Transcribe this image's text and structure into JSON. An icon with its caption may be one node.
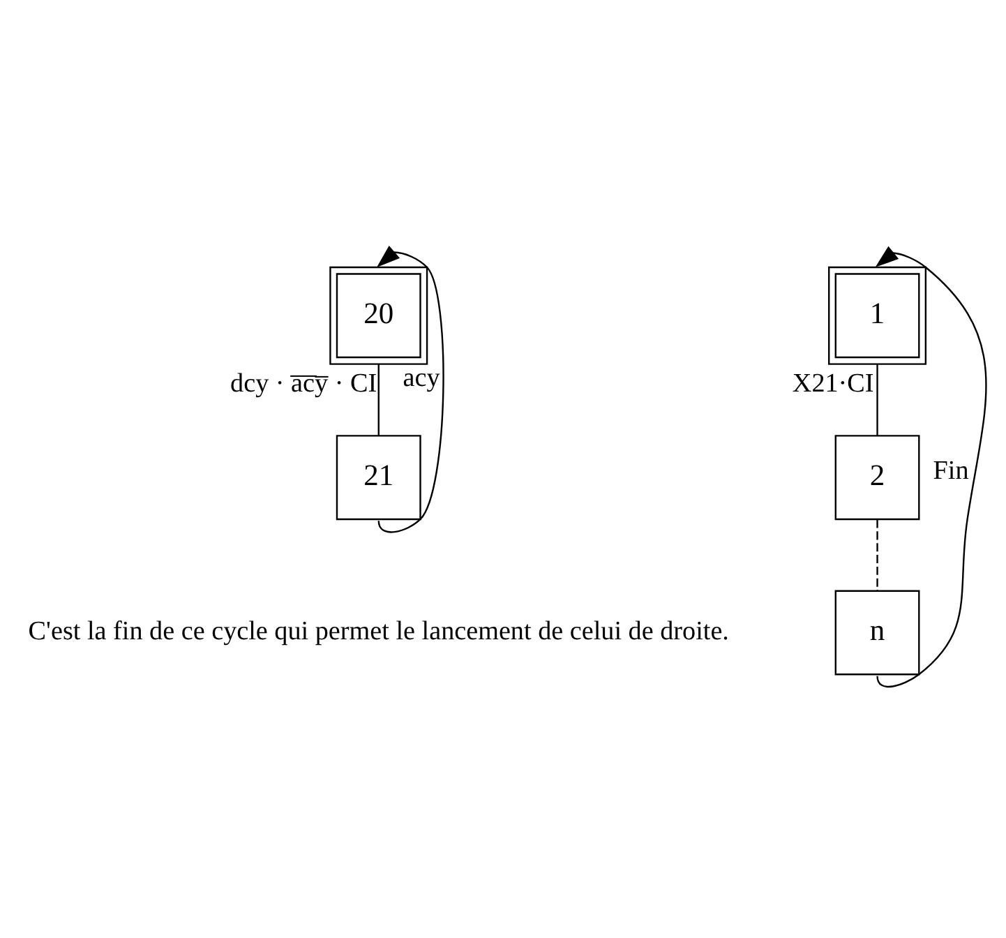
{
  "diagram": {
    "nodes": [
      {
        "text": [
          "20"
        ]
      },
      {
        "text": [
          "21"
        ]
      },
      {
        "text": [
          "1"
        ]
      },
      {
        "text": [
          "2"
        ]
      },
      {
        "text": [
          "n"
        ]
      }
    ],
    "edges": [
      {
        "from": 0,
        "to": 1,
        "arrow": "none",
        "label": "dcy · a̅c̅y̅ · CI"
      },
      {
        "from": 1,
        "to": 0,
        "arrow": "to",
        "label": "acy"
      },
      {
        "from": 2,
        "to": 3,
        "arrow": "none",
        "label": "X21·CI"
      },
      {
        "from": 3,
        "to": 4,
        "arrow": "none",
        "style": "dashed"
      },
      {
        "from": 4,
        "to": 2,
        "arrow": "to",
        "label": "Fin"
      }
    ],
    "labels": [
      "C'est la fin de ce cycle qui permet le lancement de celui de droite."
    ]
  }
}
